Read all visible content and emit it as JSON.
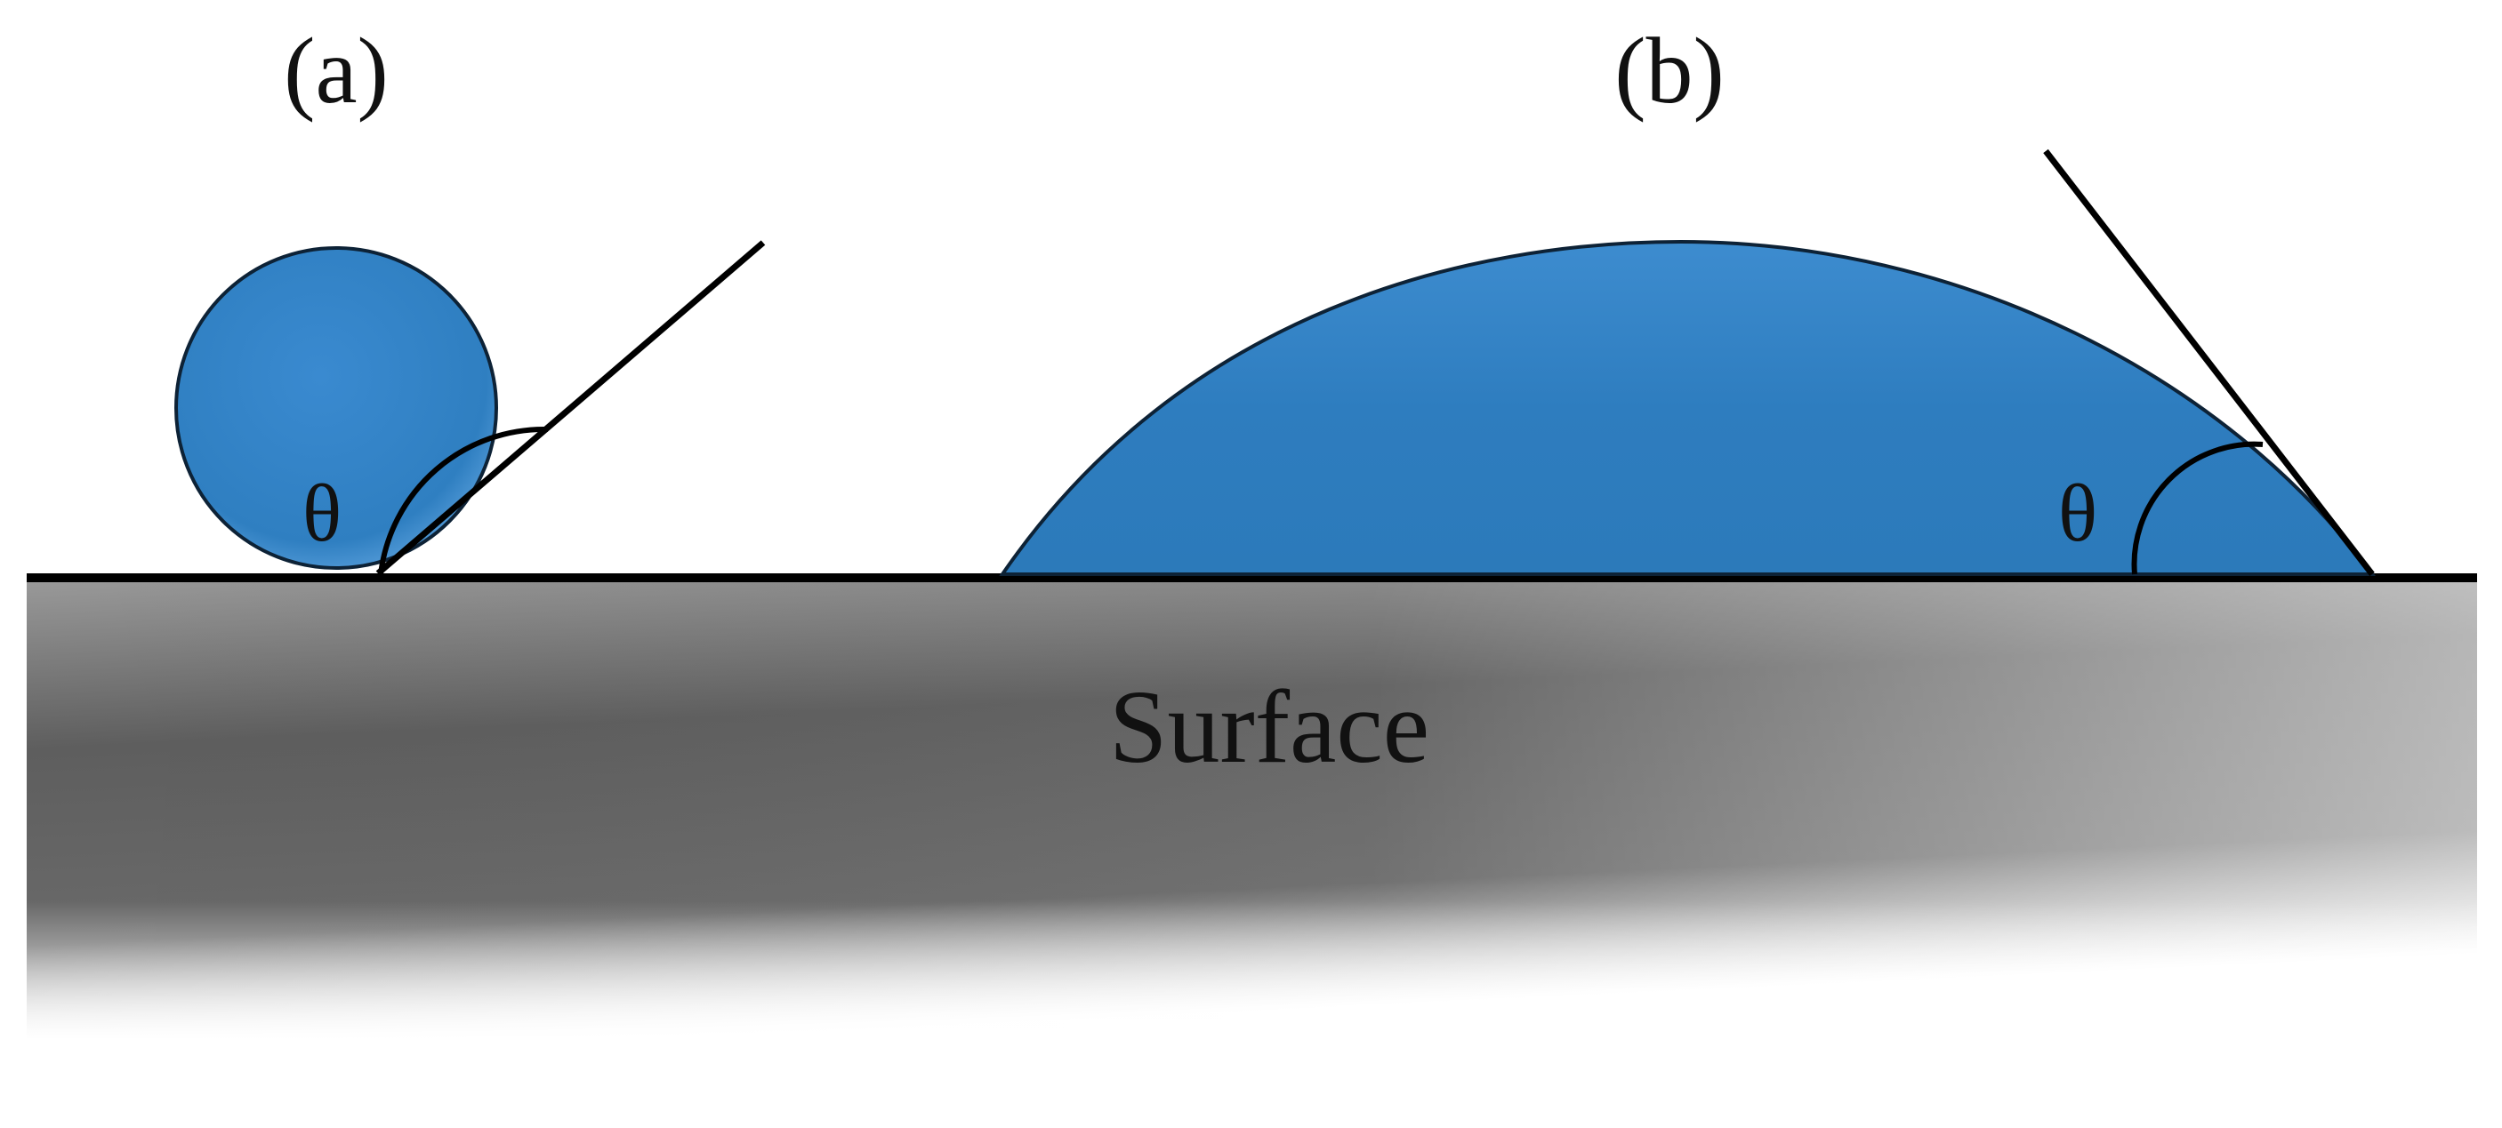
{
  "panels": {
    "a": {
      "label": "(a)",
      "angle_symbol": "θ"
    },
    "b": {
      "label": "(b)",
      "angle_symbol": "θ"
    }
  },
  "surface_label": "Surface",
  "colors": {
    "droplet_fill": "#2F7FC1",
    "droplet_outline": "#0d2236",
    "line": "#000000",
    "surface_dark": "#5a5a5a",
    "surface_light": "#ffffff"
  }
}
